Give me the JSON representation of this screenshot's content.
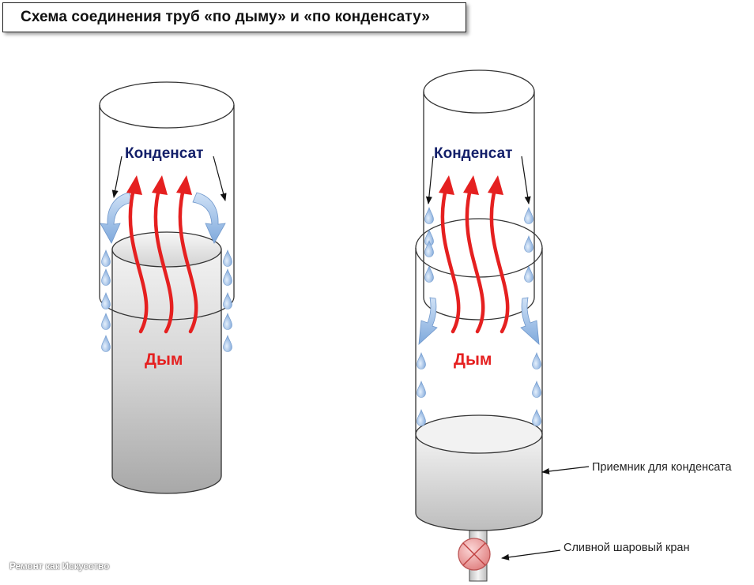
{
  "title": "Схема соединения труб «по дыму» и «по конденсату»",
  "left_scheme": {
    "condensate_label": "Конденсат",
    "smoke_label": "Дым"
  },
  "right_scheme": {
    "condensate_label": "Конденсат",
    "smoke_label": "Дым",
    "receiver_label": "Приемник для конденсата",
    "valve_label": "Сливной шаровый кран"
  },
  "watermark": "Ремонт как Искусство",
  "colors": {
    "smoke_arrow": "#e52020",
    "condensate_drop": "#8fb7e6",
    "condensate_text": "#14206a",
    "smoke_text": "#e52020",
    "valve": "#e89090"
  }
}
